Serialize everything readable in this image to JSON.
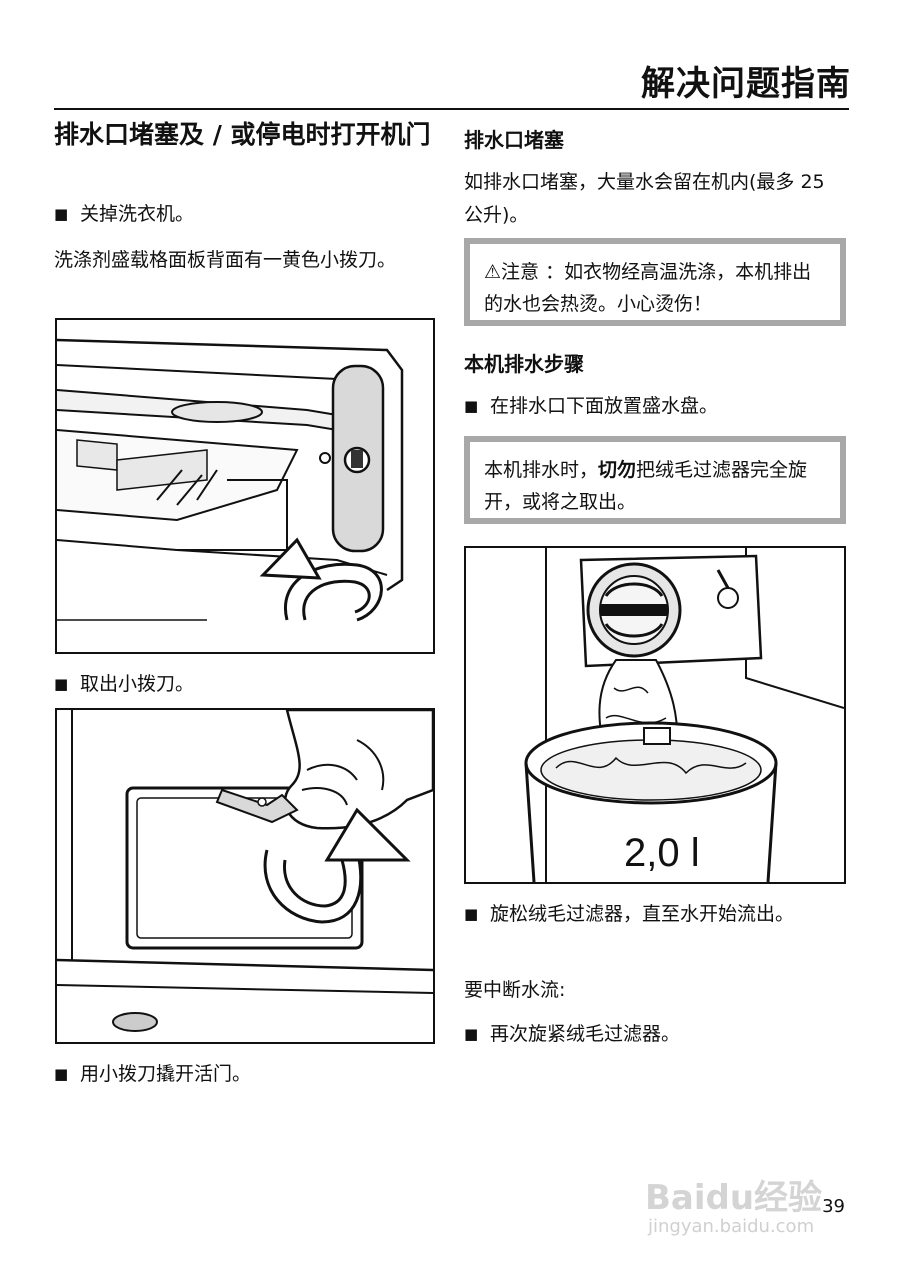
{
  "header": {
    "title": "解决问题指南"
  },
  "left": {
    "heading": "排水口堵塞及 / 或停电时打开机门",
    "bullet1": "关掉洗衣机。",
    "para1": "洗涤剂盛载格面板背面有一黄色小拨刀。",
    "bullet2": "取出小拨刀。",
    "bullet3": "用小拨刀撬开活门。"
  },
  "right": {
    "heading1": "排水口堵塞",
    "para1": "如排水口堵塞，大量水会留在机内(最多 25 公升)。",
    "warning": "⚠注意 ：如衣物经高温洗涤，本机排出的水也会热烫。小心烫伤！",
    "heading2": "本机排水步骤",
    "bullet1": "在排水口下面放置盛水盘。",
    "note_prefix": "本机排水时，",
    "note_bold": "切勿",
    "note_suffix": "把绒毛过滤器完全旋开，或将之取出。",
    "figure_label": "2,0 l",
    "bullet2": "旋松绒毛过滤器，直至水开始流出。",
    "para2": "要中断水流:",
    "bullet3": "再次旋紧绒毛过滤器。"
  },
  "footer": {
    "page_number": "39"
  },
  "watermark": {
    "logo": "Baidu经验",
    "url": "jingyan.baidu.com"
  }
}
